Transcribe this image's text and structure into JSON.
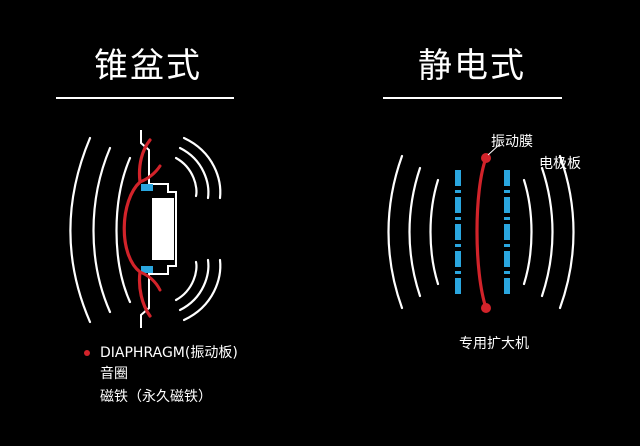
{
  "left_panel": {
    "title": "锥盆式",
    "legend": [
      {
        "text": "DIAPHRAGM(振动板)",
        "marker": "dot"
      },
      {
        "text": "音圈"
      },
      {
        "text": "磁铁（永久磁铁）"
      }
    ]
  },
  "right_panel": {
    "title": "静电式",
    "labels": {
      "diaphragm": "振动膜",
      "electrode": "电极板",
      "amplifier": "专用扩大机"
    }
  },
  "colors": {
    "background": "#000000",
    "foreground": "#ffffff",
    "red": "#d2232a",
    "blue": "#2aa6df"
  }
}
